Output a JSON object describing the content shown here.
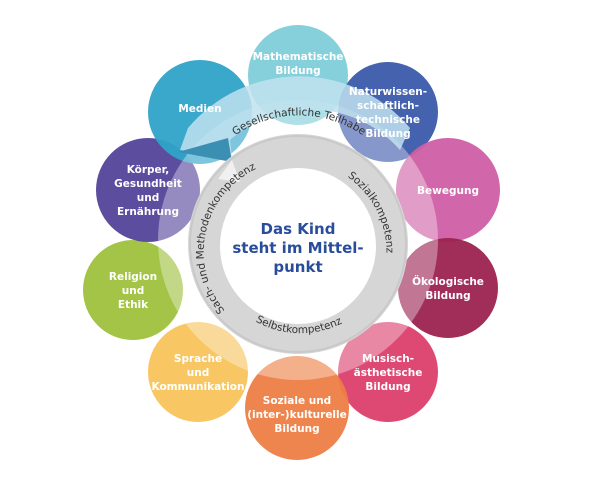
{
  "center": {
    "lines": [
      "Das Kind",
      "steht im Mittel-",
      "punkt"
    ],
    "color": "#2a4d9b"
  },
  "ring_labels": {
    "outer": "Gesellschaftliche Teilhabe",
    "left": "Sach- und Methodenkompetenz",
    "right": "Sozialkompetenz",
    "bottom": "Selbstkompetenz"
  },
  "areas": [
    {
      "id": "mathematik",
      "lines": [
        "Mathematische",
        "Bildung"
      ],
      "color": "#7ecdd8"
    },
    {
      "id": "natur",
      "lines": [
        "Naturwissen-",
        "schaftlich-",
        "technische",
        "Bildung"
      ],
      "color": "#3b5aab"
    },
    {
      "id": "bewegung",
      "lines": [
        "Bewegung"
      ],
      "color": "#cf5fa5"
    },
    {
      "id": "oekologie",
      "lines": [
        "Ökologische",
        "Bildung"
      ],
      "color": "#9b2350"
    },
    {
      "id": "musisch",
      "lines": [
        "Musisch-",
        "ästhetische",
        "Bildung"
      ],
      "color": "#dc3f6b"
    },
    {
      "id": "soziale",
      "lines": [
        "Soziale und",
        "(inter-)kulturelle",
        "Bildung"
      ],
      "color": "#ee7e45"
    },
    {
      "id": "sprache",
      "lines": [
        "Sprache",
        "und",
        "Kommunikation"
      ],
      "color": "#f8c45c"
    },
    {
      "id": "religion",
      "lines": [
        "Religion",
        "und",
        "Ethik"
      ],
      "color": "#9ec13c"
    },
    {
      "id": "koerper",
      "lines": [
        "Körper,",
        "Gesundheit",
        "und",
        "Ernährung"
      ],
      "color": "#54439a"
    },
    {
      "id": "medien",
      "lines": [
        "Medien"
      ],
      "color": "#2fa3c8"
    }
  ]
}
